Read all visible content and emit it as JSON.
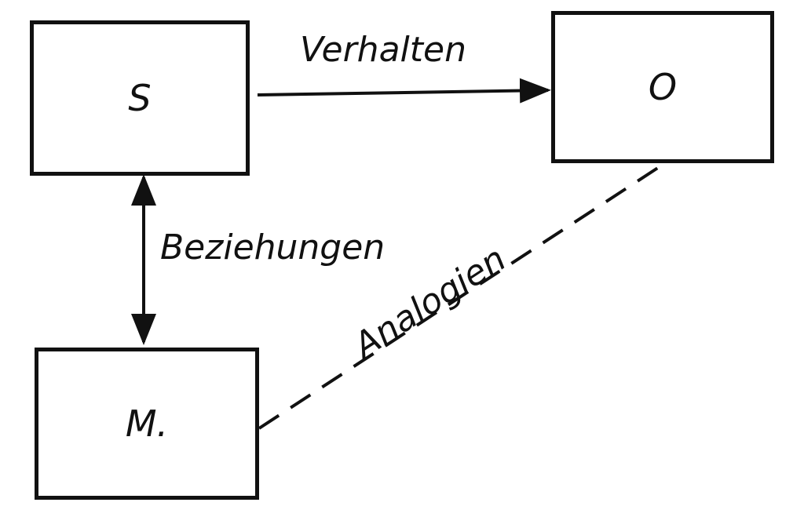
{
  "nodes": {
    "s": {
      "label": "S"
    },
    "o": {
      "label": "O"
    },
    "m": {
      "label": "M."
    }
  },
  "edges": {
    "behavior": {
      "label": "Verhalten",
      "style": "arrow"
    },
    "relations": {
      "label": "Beziehungen",
      "style": "double-arrow"
    },
    "analogies": {
      "label": "Analogien",
      "style": "dashed"
    }
  },
  "colors": {
    "ink": "#111111",
    "background": "#ffffff"
  }
}
